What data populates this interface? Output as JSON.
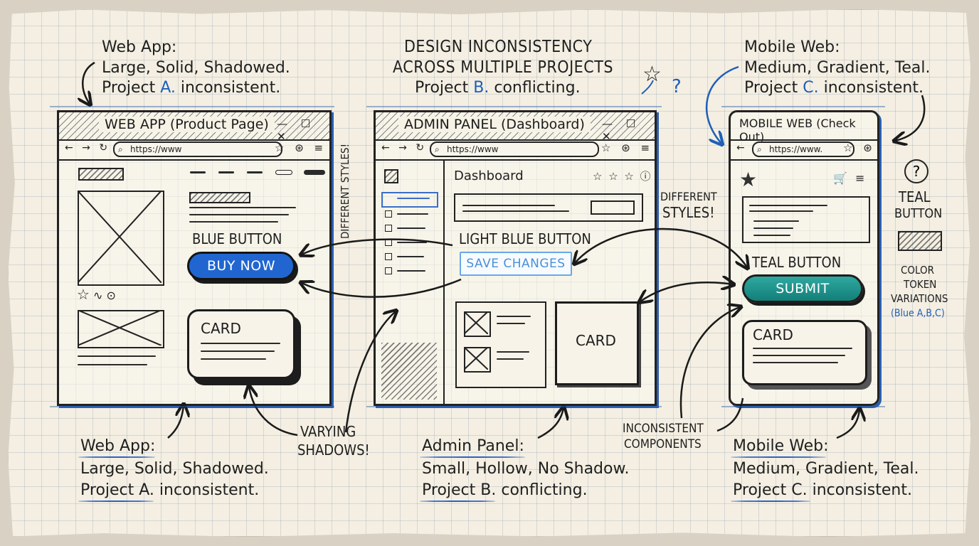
{
  "header": {
    "title_line1": "DESIGN INCONSISTENCY",
    "title_line2": "ACROSS MULTIPLE PROJECTS",
    "subtitle_prefix": "Project ",
    "subtitle_letter": "B.",
    "subtitle_suffix": " conflicting."
  },
  "web_app": {
    "note_top": {
      "label": "Web App:",
      "line2": "Large, Solid, Shadowed.",
      "line3_prefix": "Project ",
      "line3_letter": "A.",
      "line3_suffix": " inconsistent."
    },
    "window_title": "WEB APP (Product Page)",
    "window_controls": "— ☐ ✕",
    "nav_icons": "← → ↻",
    "url": "https://www",
    "url_icons": "☆ ⊛ ≡",
    "button_caption": "BLUE BUTTON",
    "button_label": "BUY NOW",
    "card_label": "CARD",
    "note_bottom": {
      "label": "Web App",
      "colon": ":",
      "line2": "Large, Solid, Shadowed.",
      "line3_a": "Project A.",
      "line3_b": " inconsistent."
    }
  },
  "admin_panel": {
    "window_title": "ADMIN PANEL (Dashboard)",
    "window_controls": "— ☐ ✕",
    "nav_icons": "← → ↻",
    "url": "https://www",
    "url_icons": "☆ ⊛ ≡",
    "page_heading": "Dashboard",
    "heading_icons": "☆ ☆ ☆ ⓘ",
    "button_caption": "LIGHT BLUE BUTTON",
    "button_label": "SAVE CHANGES",
    "card_label": "CARD",
    "note_bottom": {
      "label": "Admin Panel",
      "colon": ":",
      "line2": "Small, Hollow, No Shadow.",
      "line3_a": "Project B.",
      "line3_b": " conflicting."
    }
  },
  "mobile_web": {
    "note_top": {
      "label": "Mobile Web:",
      "line2": "Medium, Gradient, Teal.",
      "line3_prefix": "Project ",
      "line3_letter": "C.",
      "line3_suffix": " inconsistent."
    },
    "window_title": "MOBILE WEB (Check Out)",
    "nav_icons": "←",
    "url": "https://www.",
    "url_icons": "☆ ⊛",
    "header_icons": "🛒 ≡",
    "button_caption": "TEAL BUTTON",
    "button_label": "SUBMIT",
    "card_label": "CARD",
    "note_bottom": {
      "label": "Mobile Web",
      "colon": ":",
      "line2": "Medium, Gradient, Teal.",
      "line3_a": "Project C.",
      "line3_b": " inconsistent."
    }
  },
  "annotations": {
    "different_styles_vertical": "DIFFERENT STYLES!",
    "different_styles_1": "DIFFERENT",
    "different_styles_2": "STYLES!",
    "varying_1": "VARYING",
    "varying_2": "SHADOWS!",
    "inconsistent_1": "INCONSISTENT",
    "inconsistent_2": "COMPONENTS",
    "question": "?",
    "teal_1": "TEAL",
    "teal_2": "BUTTON",
    "color_1": "COLOR",
    "color_2": "TOKEN",
    "color_3": "VARIATIONS",
    "color_4": "(Blue A,B,C)"
  },
  "icons": [
    "star-icon",
    "question-icon",
    "heartbeat-icon",
    "clock-icon",
    "cart-icon",
    "menu-icon",
    "search-icon",
    "settings-icon"
  ],
  "colors": {
    "accent_blue": "#1f5fb8",
    "buy_blue": "#2166d0",
    "light_blue": "#4a90d8",
    "teal": "#1a938c",
    "ink": "#1f1f1f",
    "paper": "#f4efe2"
  }
}
